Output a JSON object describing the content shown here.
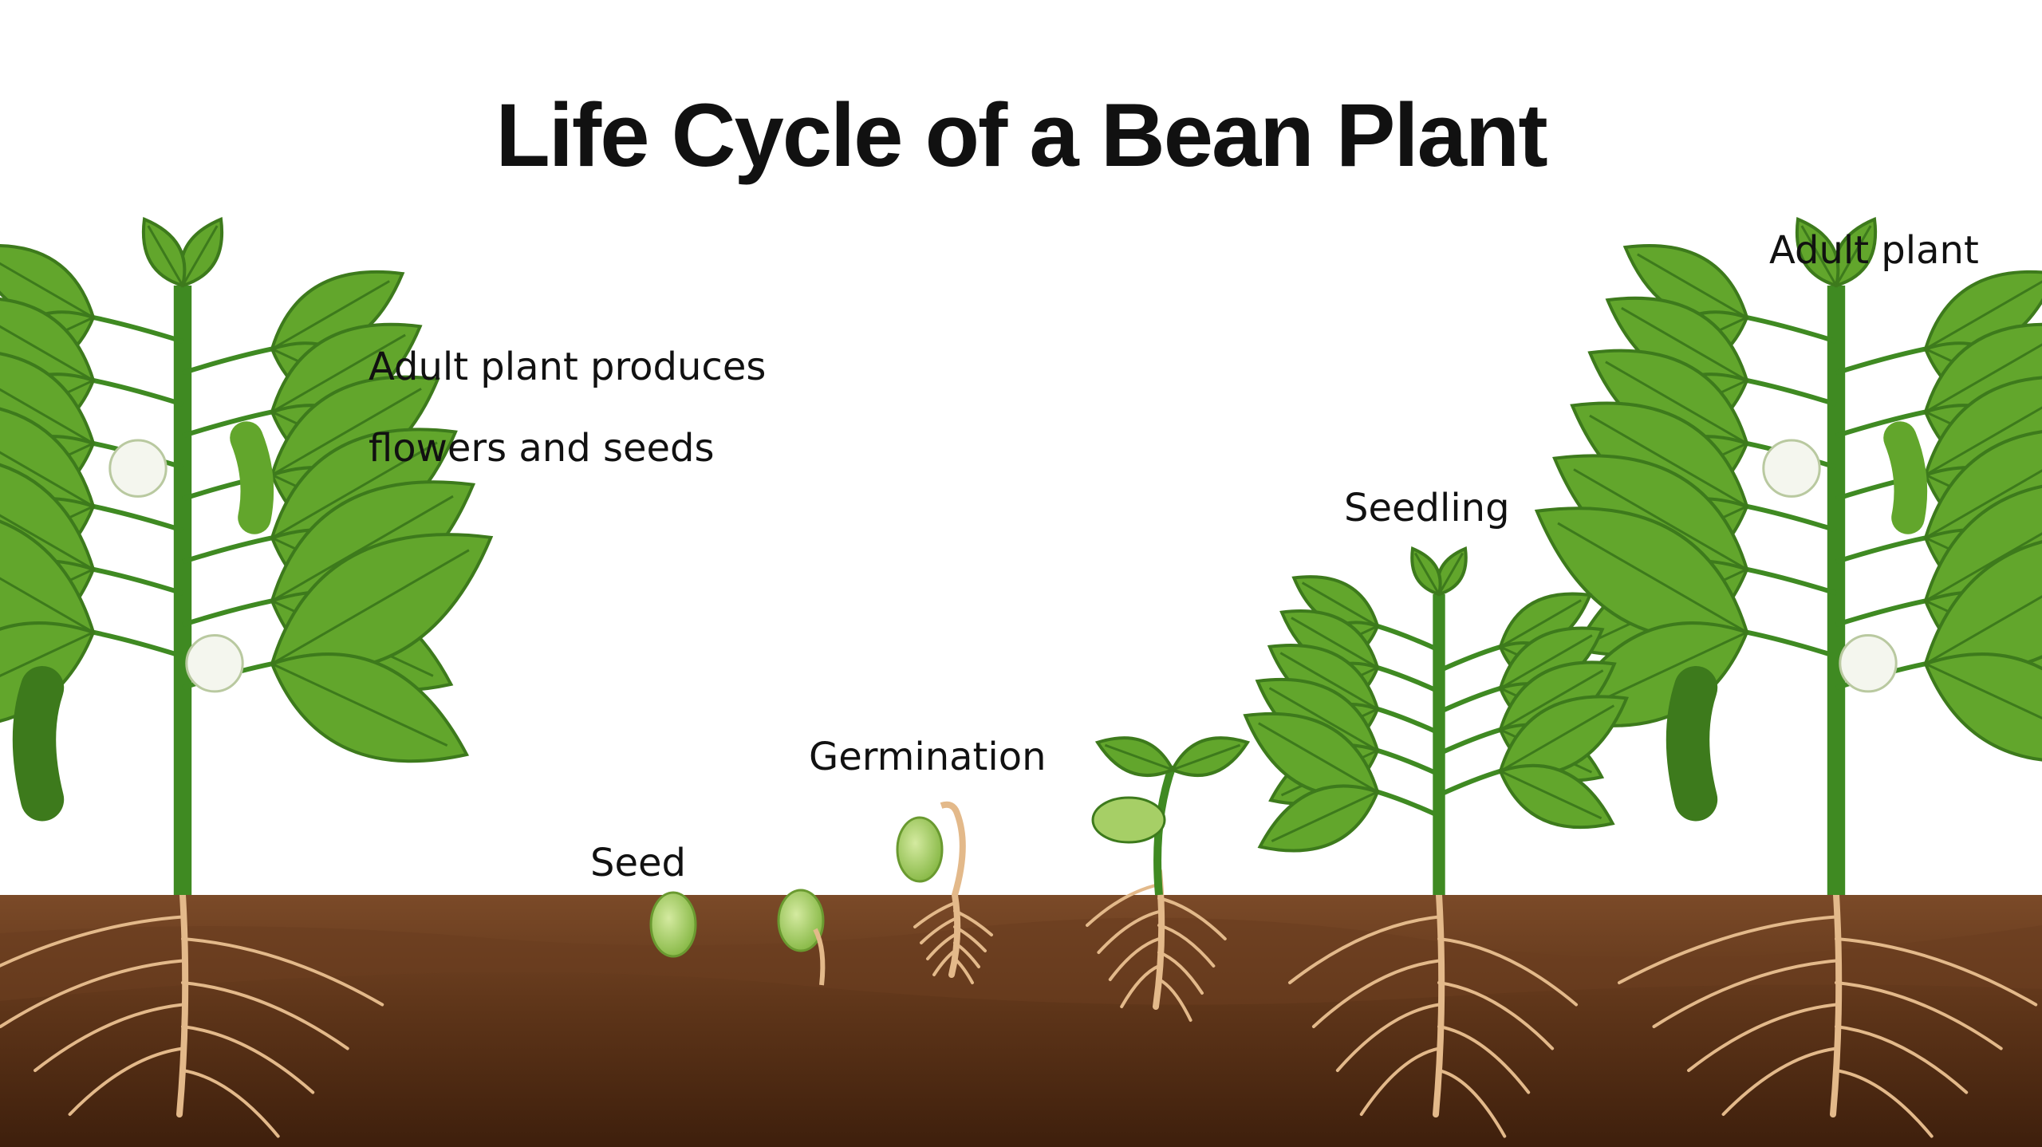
{
  "title": "Life Cycle of a Bean Plant",
  "labels": {
    "adult_produces_line1": "Adult plant produces",
    "adult_produces_line2": "flowers and seeds",
    "seed": "Seed",
    "germination": "Germination",
    "seedling": "Seedling",
    "adult_plant": "Adult plant"
  },
  "colors": {
    "leaf": "#62a62c",
    "leaf_dark": "#3d7a1c",
    "stem": "#3f8a22",
    "soil_top": "#7b4a28",
    "soil_bottom": "#3e1f0c",
    "root": "#e3b98a",
    "seed": "#a9cf6a"
  }
}
